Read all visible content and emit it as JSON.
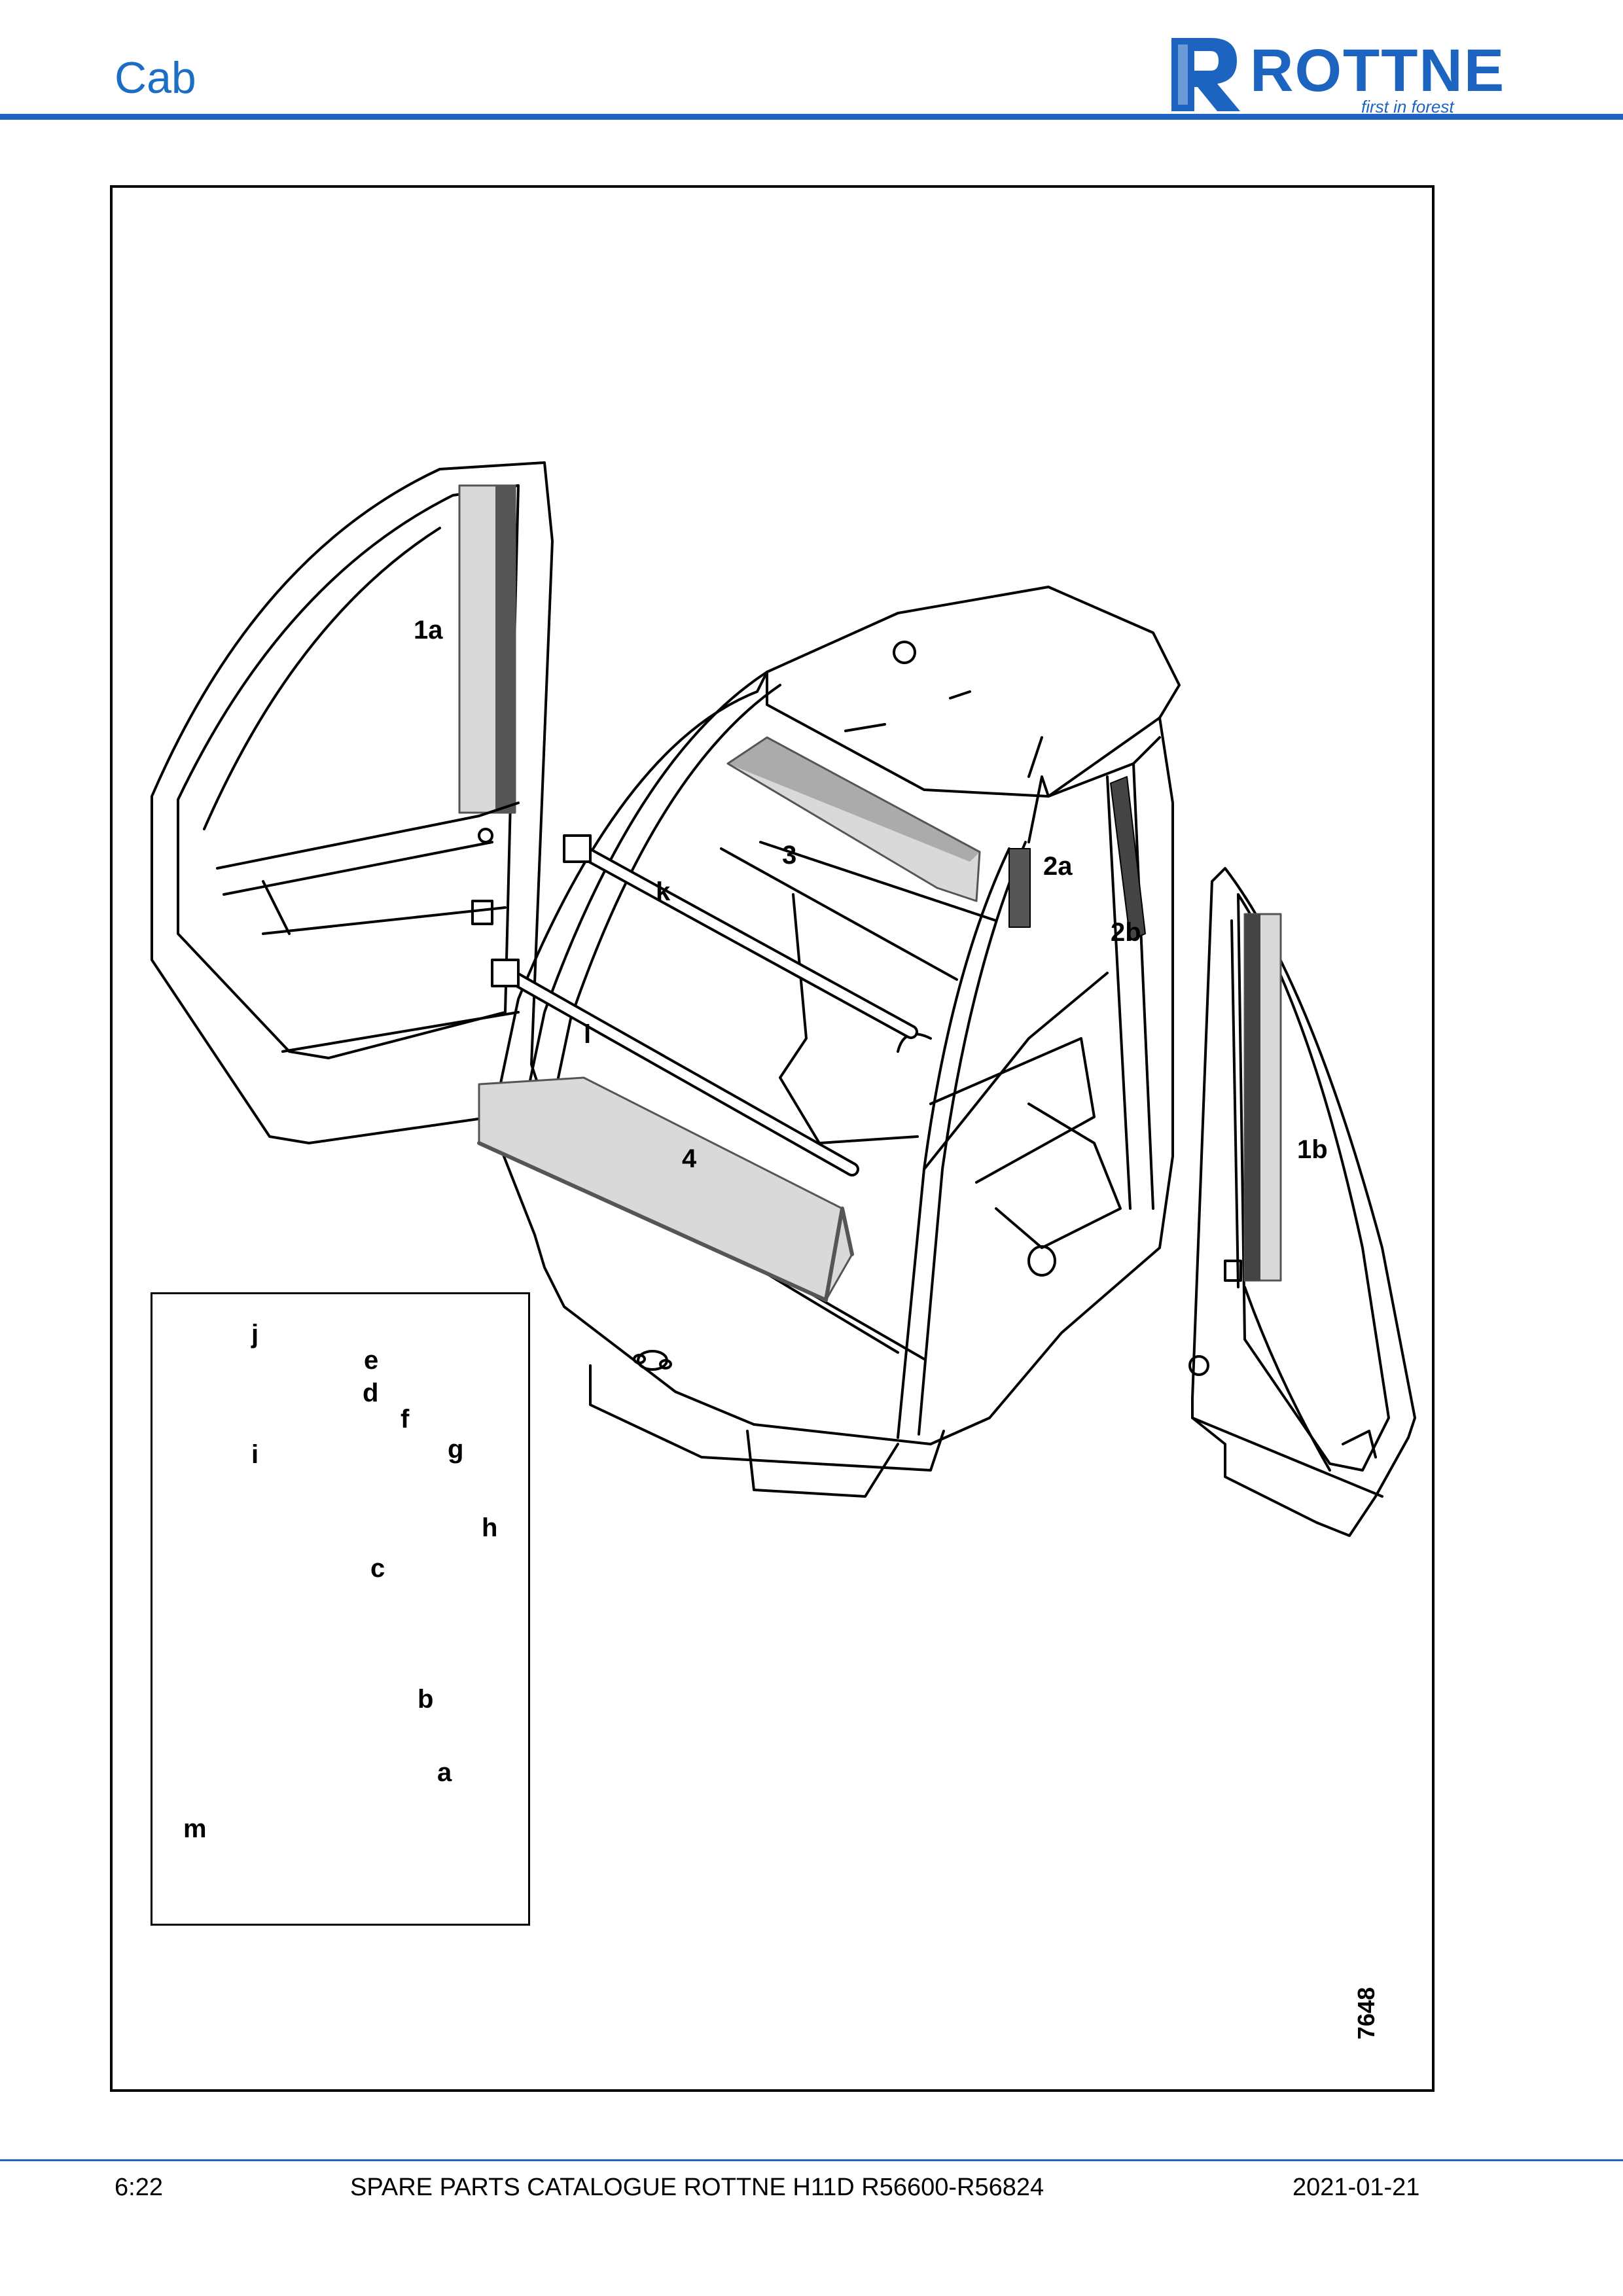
{
  "header": {
    "title": "Cab",
    "logo_text": "ROTTNE",
    "logo_tagline": "first in forest"
  },
  "colors": {
    "brand_blue": "#1c64c0",
    "title_blue": "#1c6dc4",
    "glass_grey": "#d9d9d9"
  },
  "figure": {
    "figure_number": "7648",
    "callouts": [
      "1a",
      "1b",
      "2a",
      "2b",
      "3",
      "4",
      "k",
      "l"
    ],
    "detail_callouts": [
      "j",
      "e",
      "d",
      "f",
      "g",
      "i",
      "h",
      "c",
      "b",
      "a",
      "m"
    ]
  },
  "footer": {
    "page_number": "6:22",
    "catalogue_title": "SPARE PARTS CATALOGUE ROTTNE H11D R56600-R56824",
    "date": "2021-01-21"
  }
}
